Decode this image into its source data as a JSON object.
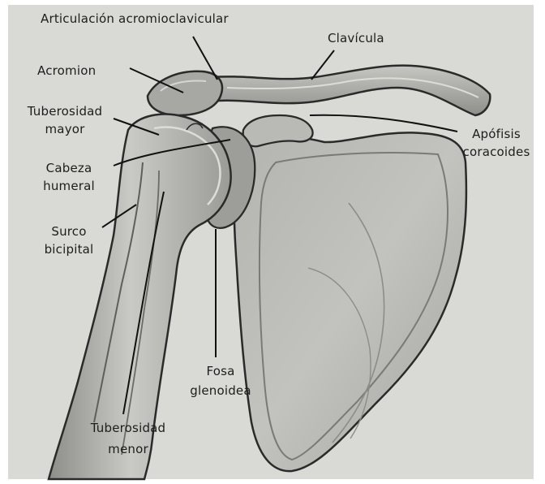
{
  "labels": {
    "articulacion_acromioclavicular": "Articulación acromioclavicular",
    "clavicula": "Clavícula",
    "acromion": "Acromion",
    "tuberosidad_mayor_1": "Tuberosidad",
    "tuberosidad_mayor_2": "mayor",
    "cabeza_humeral_1": "Cabeza",
    "cabeza_humeral_2": "humeral",
    "surco_bicipital_1": "Surco",
    "surco_bicipital_2": "bicipital",
    "apofisis_coracoides_1": "Apófisis",
    "apofisis_coracoides_2": "coracoides",
    "fosa_glenoidea_1": "Fosa",
    "fosa_glenoidea_2": "glenoidea",
    "tuberosidad_menor_1": "Tuberosidad",
    "tuberosidad_menor_2": "menor"
  },
  "colors": {
    "background": "#d9dad6",
    "bone_light": "#c4c5c1",
    "bone_mid": "#a9aaa6",
    "bone_dark": "#6f706c",
    "outline": "#2a2a2a",
    "text": "#1d1d1d"
  }
}
